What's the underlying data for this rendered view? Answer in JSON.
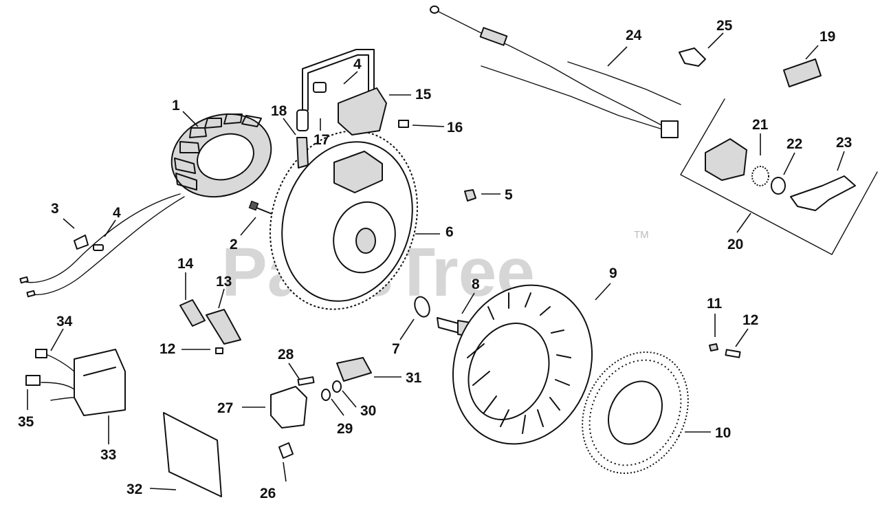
{
  "watermark": {
    "text": "PartsTree",
    "trademark": "TM"
  },
  "callouts": {
    "c1": "1",
    "c2": "2",
    "c3": "3",
    "c4a": "4",
    "c4b": "4",
    "c5": "5",
    "c6": "6",
    "c7": "7",
    "c8": "8",
    "c9": "9",
    "c10": "10",
    "c11": "11",
    "c12a": "12",
    "c12b": "12",
    "c13": "13",
    "c14": "14",
    "c15": "15",
    "c16": "16",
    "c17": "17",
    "c18": "18",
    "c19": "19",
    "c20": "20",
    "c21": "21",
    "c22": "22",
    "c23": "23",
    "c24": "24",
    "c25": "25",
    "c26": "26",
    "c27": "27",
    "c28": "28",
    "c29": "29",
    "c30": "30",
    "c31": "31",
    "c32": "32",
    "c33": "33",
    "c34": "34",
    "c35": "35"
  }
}
